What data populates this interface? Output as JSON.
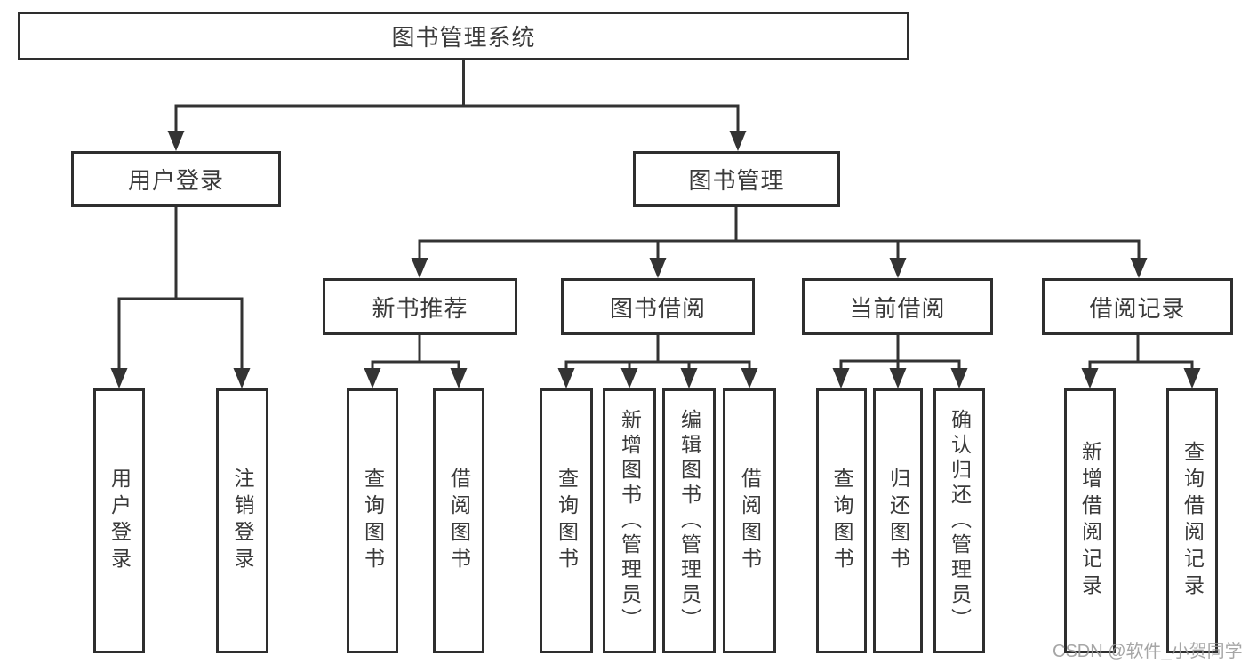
{
  "diagram": {
    "root": {
      "label": "图书管理系统",
      "children": [
        {
          "label": "用户登录",
          "children": [
            {
              "label": "用户登录"
            },
            {
              "label": "注销登录"
            }
          ]
        },
        {
          "label": "图书管理",
          "children": [
            {
              "label": "新书推荐",
              "children": [
                {
                  "label": "查询图书"
                },
                {
                  "label": "借阅图书"
                }
              ]
            },
            {
              "label": "图书借阅",
              "children": [
                {
                  "label": "查询图书"
                },
                {
                  "label": "新增图书（管理员）"
                },
                {
                  "label": "编辑图书（管理员）"
                },
                {
                  "label": "借阅图书"
                }
              ]
            },
            {
              "label": "当前借阅",
              "children": [
                {
                  "label": "查询图书"
                },
                {
                  "label": "归还图书"
                },
                {
                  "label": "确认归还（管理员）"
                }
              ]
            },
            {
              "label": "借阅记录",
              "children": [
                {
                  "label": "新增借阅记录"
                },
                {
                  "label": "查询借阅记录"
                }
              ]
            }
          ]
        }
      ]
    },
    "line_color": "#333333",
    "border_color": "#2e2e2e",
    "text_color": "#3a3a3a"
  },
  "watermark": "CSDN @软件_小贺同学"
}
